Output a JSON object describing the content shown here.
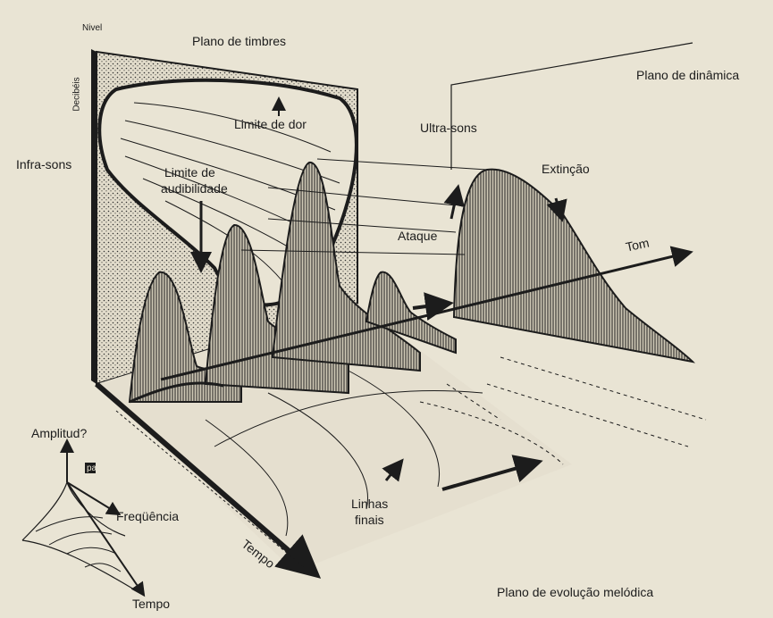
{
  "labels": {
    "nivel": "Nivel",
    "decibeis": "Decibéis",
    "plano_timbres": "Plano de timbres",
    "plano_dinamica": "Plano de dinâmica",
    "ultra_sons": "Ultra-sons",
    "limite_dor": "Limite de dor",
    "infra_sons": "Infra-sons",
    "limite_audibilidade_1": "Limite de",
    "limite_audibilidade_2": "audibilidade",
    "extincao": "Extinção",
    "ataque": "Ataque",
    "tom": "Tom",
    "amplitude": "Amplitud?",
    "pa": "pa",
    "frequencia": "Freqüência",
    "linhas_finais_1": "Linhas",
    "linhas_finais_2": "finais",
    "tempo_main": "Tempo",
    "tempo_small": "Tempo",
    "plano_evolucao": "Plano de evolução melódica"
  },
  "colors": {
    "paper": "#e9e4d4",
    "ink": "#1c1c1c",
    "panel": "#d9d3c1"
  }
}
